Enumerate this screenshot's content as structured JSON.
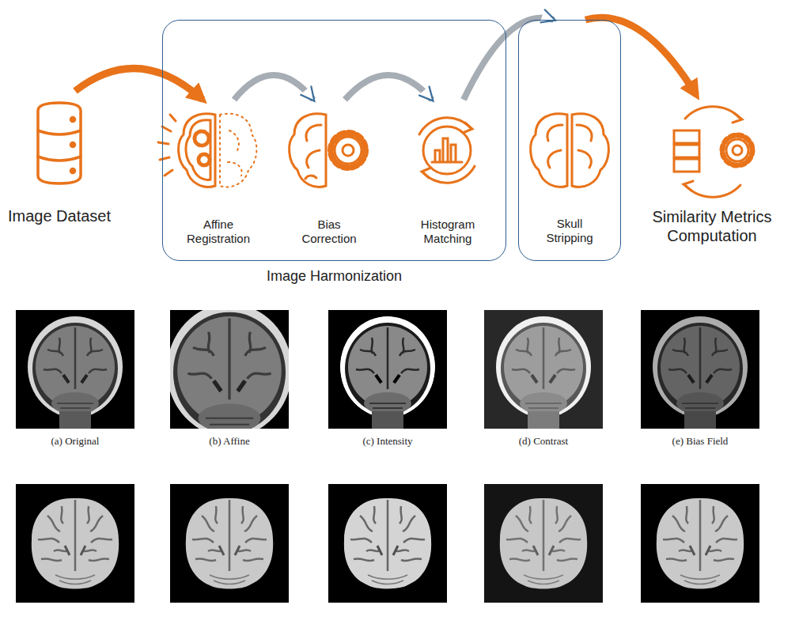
{
  "diagram": {
    "nodes": [
      {
        "text": [
          "Image Dataset"
        ]
      },
      {
        "text": [
          "Image Harmonization"
        ]
      },
      {
        "text": [
          "Affine Registration"
        ],
        "in": 1
      },
      {
        "text": [
          "Bias Correction"
        ],
        "in": 1
      },
      {
        "text": [
          "Histogram Matching"
        ],
        "in": 1
      },
      {
        "text": [
          "Skull Stripping"
        ]
      },
      {
        "text": [
          "Similarity Metrics Computation"
        ]
      }
    ],
    "edges": [
      {
        "from": 0,
        "to": 2,
        "arrow": "to"
      },
      {
        "from": 2,
        "to": 3,
        "arrow": "to"
      },
      {
        "from": 3,
        "to": 4,
        "arrow": "to"
      },
      {
        "from": 4,
        "to": 5,
        "arrow": "to"
      },
      {
        "from": 5,
        "to": 6,
        "arrow": "to"
      }
    ],
    "labels": [
      "(a) Original",
      "(b) Affine",
      "(c) Intensity",
      "(d) Contrast",
      "(e) Bias Field"
    ]
  }
}
